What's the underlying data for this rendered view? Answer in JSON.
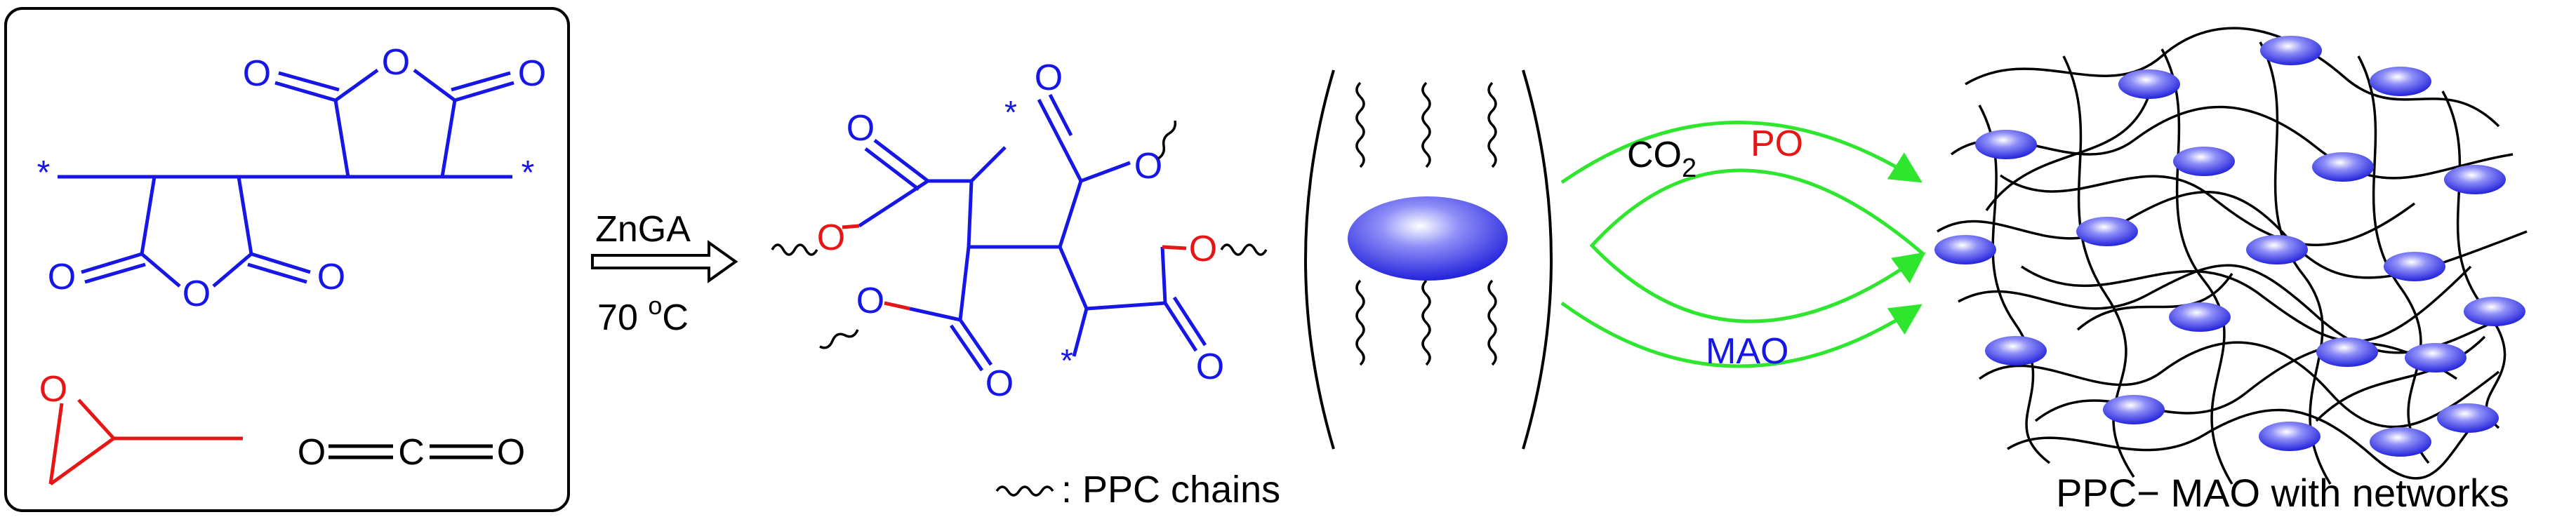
{
  "colors": {
    "molecule": "#1616e6",
    "epoxide": "#e61616",
    "co2": "#000000",
    "arrow_green": "#2fe62f",
    "ellipse_fill": "#3a3af0",
    "chain": "#000000"
  },
  "reagents_box": {
    "atom_O": "O",
    "atom_C": "C",
    "star": "*"
  },
  "reaction_arrow": {
    "catalyst": "ZnGA",
    "temperature_value": "70 ",
    "temperature_unit_sup": "o",
    "temperature_unit": "C"
  },
  "product_structure": {
    "atom_O": "O",
    "star": "*"
  },
  "green_arrows": {
    "co2_label": "CO",
    "co2_subscript": "2",
    "po_label": "PO",
    "mao_label": "MAO"
  },
  "legend": {
    "chains_label": ": PPC chains"
  },
  "result": {
    "caption": "PPC− MAO with networks"
  }
}
